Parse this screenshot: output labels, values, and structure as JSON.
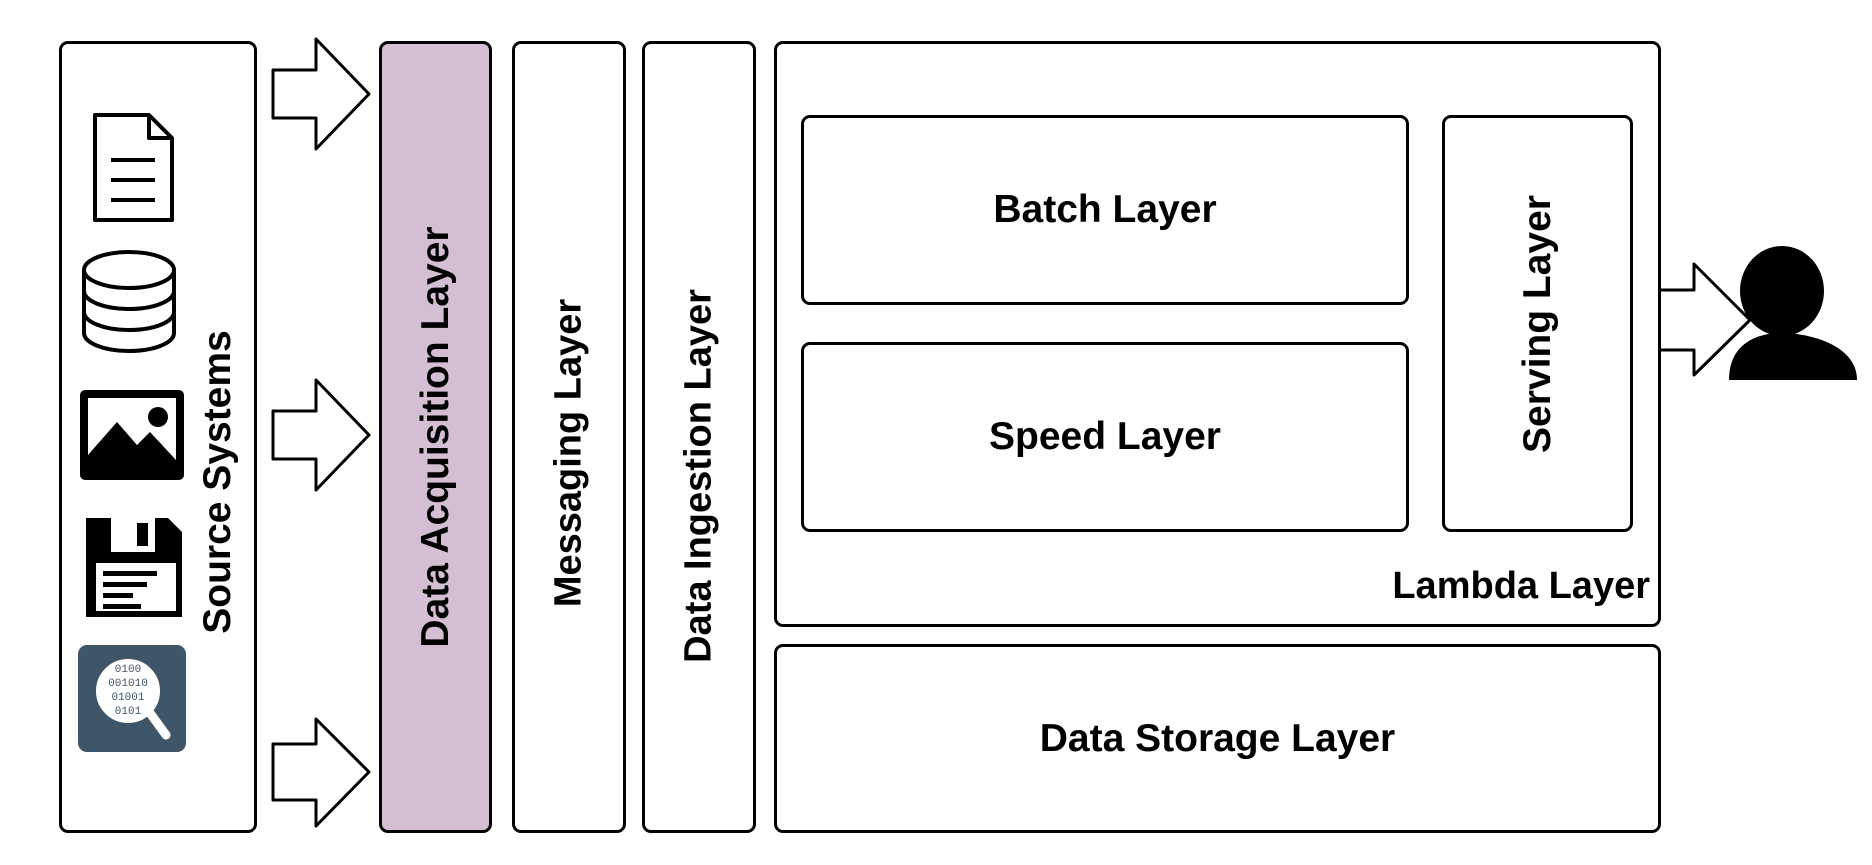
{
  "diagram": {
    "source_systems": {
      "label": "Source Systems",
      "icons": [
        "document-icon",
        "database-icon",
        "image-icon",
        "floppy-disk-icon",
        "binary-search-icon"
      ]
    },
    "binary_icon_text": [
      "0100",
      "001010",
      "01001",
      "0101"
    ],
    "data_acquisition": {
      "label": "Data Acquisition Layer",
      "fill": "#d4bed3"
    },
    "messaging": {
      "label": "Messaging Layer"
    },
    "data_ingestion": {
      "label": "Data Ingestion Layer"
    },
    "lambda": {
      "label": "Lambda Layer",
      "batch": {
        "label": "Batch Layer"
      },
      "speed": {
        "label": "Speed Layer"
      },
      "serving": {
        "label": "Serving Layer"
      }
    },
    "data_storage": {
      "label": "Data Storage Layer"
    },
    "colors": {
      "stroke": "#000000",
      "icon_tile": "#3f5668"
    }
  }
}
